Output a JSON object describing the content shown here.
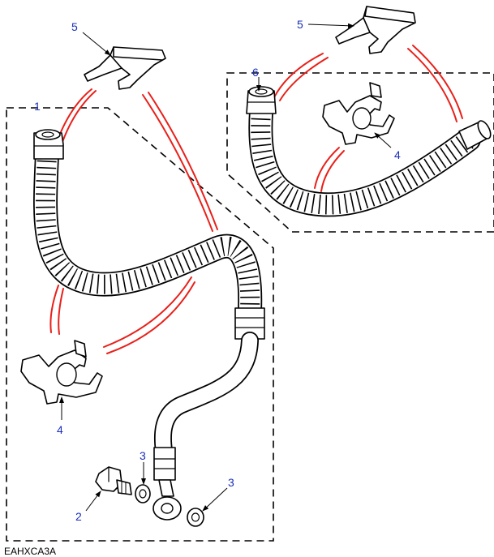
{
  "diagram": {
    "caption": "EAHXCA3A",
    "callouts": {
      "hose_front": "1",
      "banjo_bolt": "2",
      "washer_upper": "3",
      "washer_lower": "3",
      "clip_left": "4",
      "clip_right": "4",
      "spring_clip_left": "5",
      "spring_clip_right": "5",
      "hose_rear": "6"
    },
    "colors": {
      "callout_text": "#1a2fb8",
      "association_line": "#e8201a",
      "outline": "#000000"
    }
  }
}
